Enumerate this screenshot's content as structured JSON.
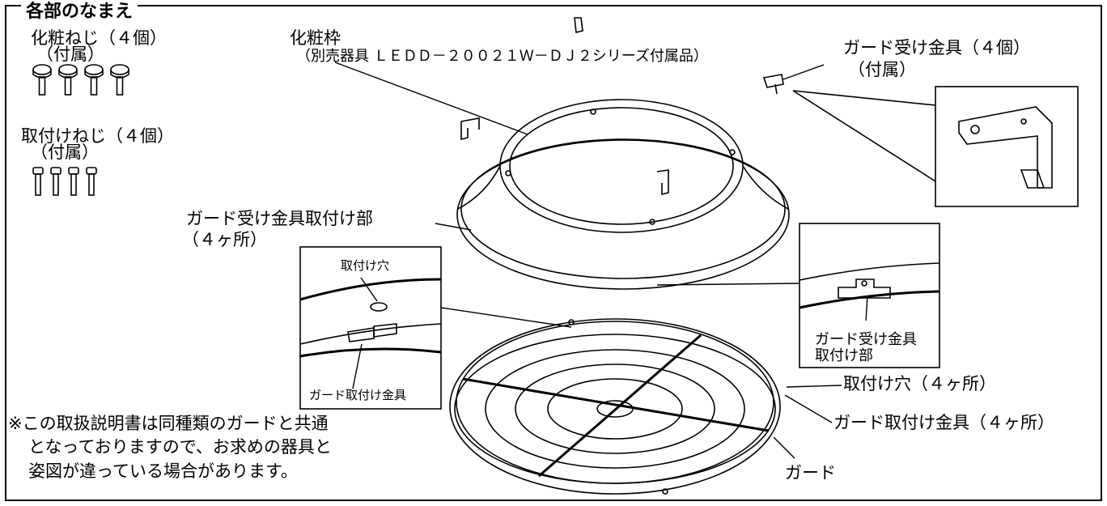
{
  "header_fragment": "各部のなまえ",
  "labels": {
    "decor_screw": "化粧ねじ（４個）",
    "decor_screw_sub": "（付属）",
    "mount_screw": "取付けねじ（４個）",
    "mount_screw_sub": "（付属）",
    "decor_frame": "化粧枠",
    "decor_frame_sub": "（別売器具 ＬＥＤＤ－２００２１Ｗ－ＤＪ２シリーズ付属品）",
    "guard_bracket": "ガード受け金具（４個）",
    "guard_bracket_sub": "（付属）",
    "guard_bracket_mount": "ガード受け金具取付け部",
    "guard_bracket_mount_count": "（４ヶ所）",
    "inset_hole": "取付け穴",
    "inset_guard_fitting": "ガード取付け金具",
    "inset_bracket_mount": "ガード受け金具",
    "inset_bracket_mount_2": "取付け部",
    "mount_hole": "取付け穴（４ヶ所）",
    "guard_fitting": "ガード取付け金具（４ヶ所）",
    "guard": "ガード"
  },
  "note": {
    "line1": "※この取扱説明書は同種類のガードと共通",
    "line2": "となっておりますので、お求めの器具と",
    "line3": "姿図が違っている場合があります。"
  }
}
